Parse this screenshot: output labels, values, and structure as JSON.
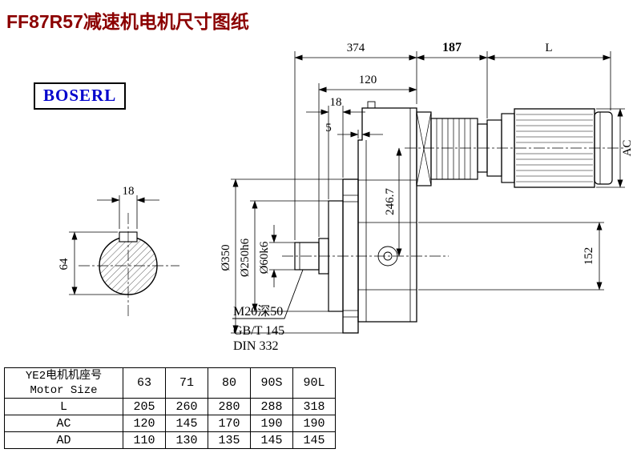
{
  "page": {
    "title": "FF87R57减速机电机尺寸图纸",
    "brand": "BOSERL"
  },
  "colors": {
    "title_color": "#8b0000",
    "brand_color": "#0000cc"
  },
  "drawing": {
    "dim_374": "374",
    "dim_187": "187",
    "dim_L": "L",
    "dim_120": "120",
    "dim_18_top": "18",
    "dim_5": "5",
    "dim_key_width": "18",
    "dim_key_height": "64",
    "dim_d350": "Ø350",
    "dim_d250": "Ø250h6",
    "dim_d60": "Ø60k6",
    "dim_246": "246.7",
    "dim_152": "152",
    "dim_AC": "AC",
    "note_1": "M20深50",
    "note_2": "GB/T 145",
    "note_3": "DIN 332"
  },
  "table": {
    "header_cn": "YE2电机机座号",
    "header_en": "Motor Size",
    "columns": [
      "63",
      "71",
      "80",
      "90S",
      "90L"
    ],
    "rows": [
      {
        "label": "L",
        "values": [
          "205",
          "260",
          "280",
          "288",
          "318"
        ]
      },
      {
        "label": "AC",
        "values": [
          "120",
          "145",
          "170",
          "190",
          "190"
        ]
      },
      {
        "label": "AD",
        "values": [
          "110",
          "130",
          "135",
          "145",
          "145"
        ]
      }
    ]
  }
}
